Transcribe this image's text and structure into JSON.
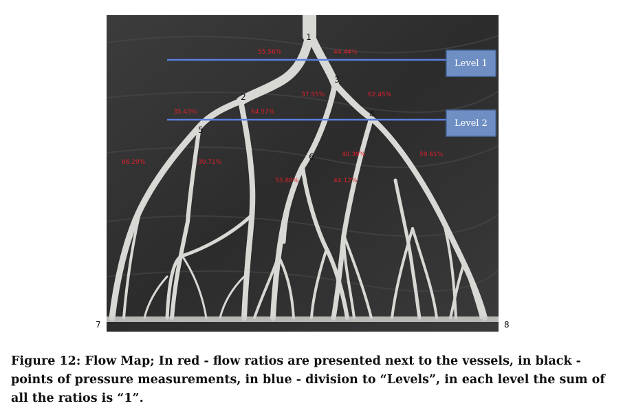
{
  "figure": {
    "points": [
      "1",
      "2",
      "3",
      "4",
      "5",
      "6"
    ],
    "corner_points": [
      "7",
      "8"
    ],
    "levels": [
      "Level 1",
      "Level 2"
    ],
    "ratios": [
      "55.56%",
      "44.44%",
      "37.55%",
      "62.45%",
      "35.43%",
      "64.57%",
      "66.29%",
      "30.71%",
      "55.88%",
      "44.12%",
      "40.39%",
      "59.61%"
    ],
    "colors": {
      "ratio_text": "#e0202a",
      "level_line": "#5b7fe0",
      "level_box": "#6f8fc4",
      "point_text": "#111111"
    }
  },
  "caption": {
    "prefix": "Figure 12:",
    "text": "Flow Map; In red - flow ratios are presented next to the vessels, in black - points of pressure measurements, in blue - division to “Levels”, in each level the sum of all the ratios is “1”."
  }
}
